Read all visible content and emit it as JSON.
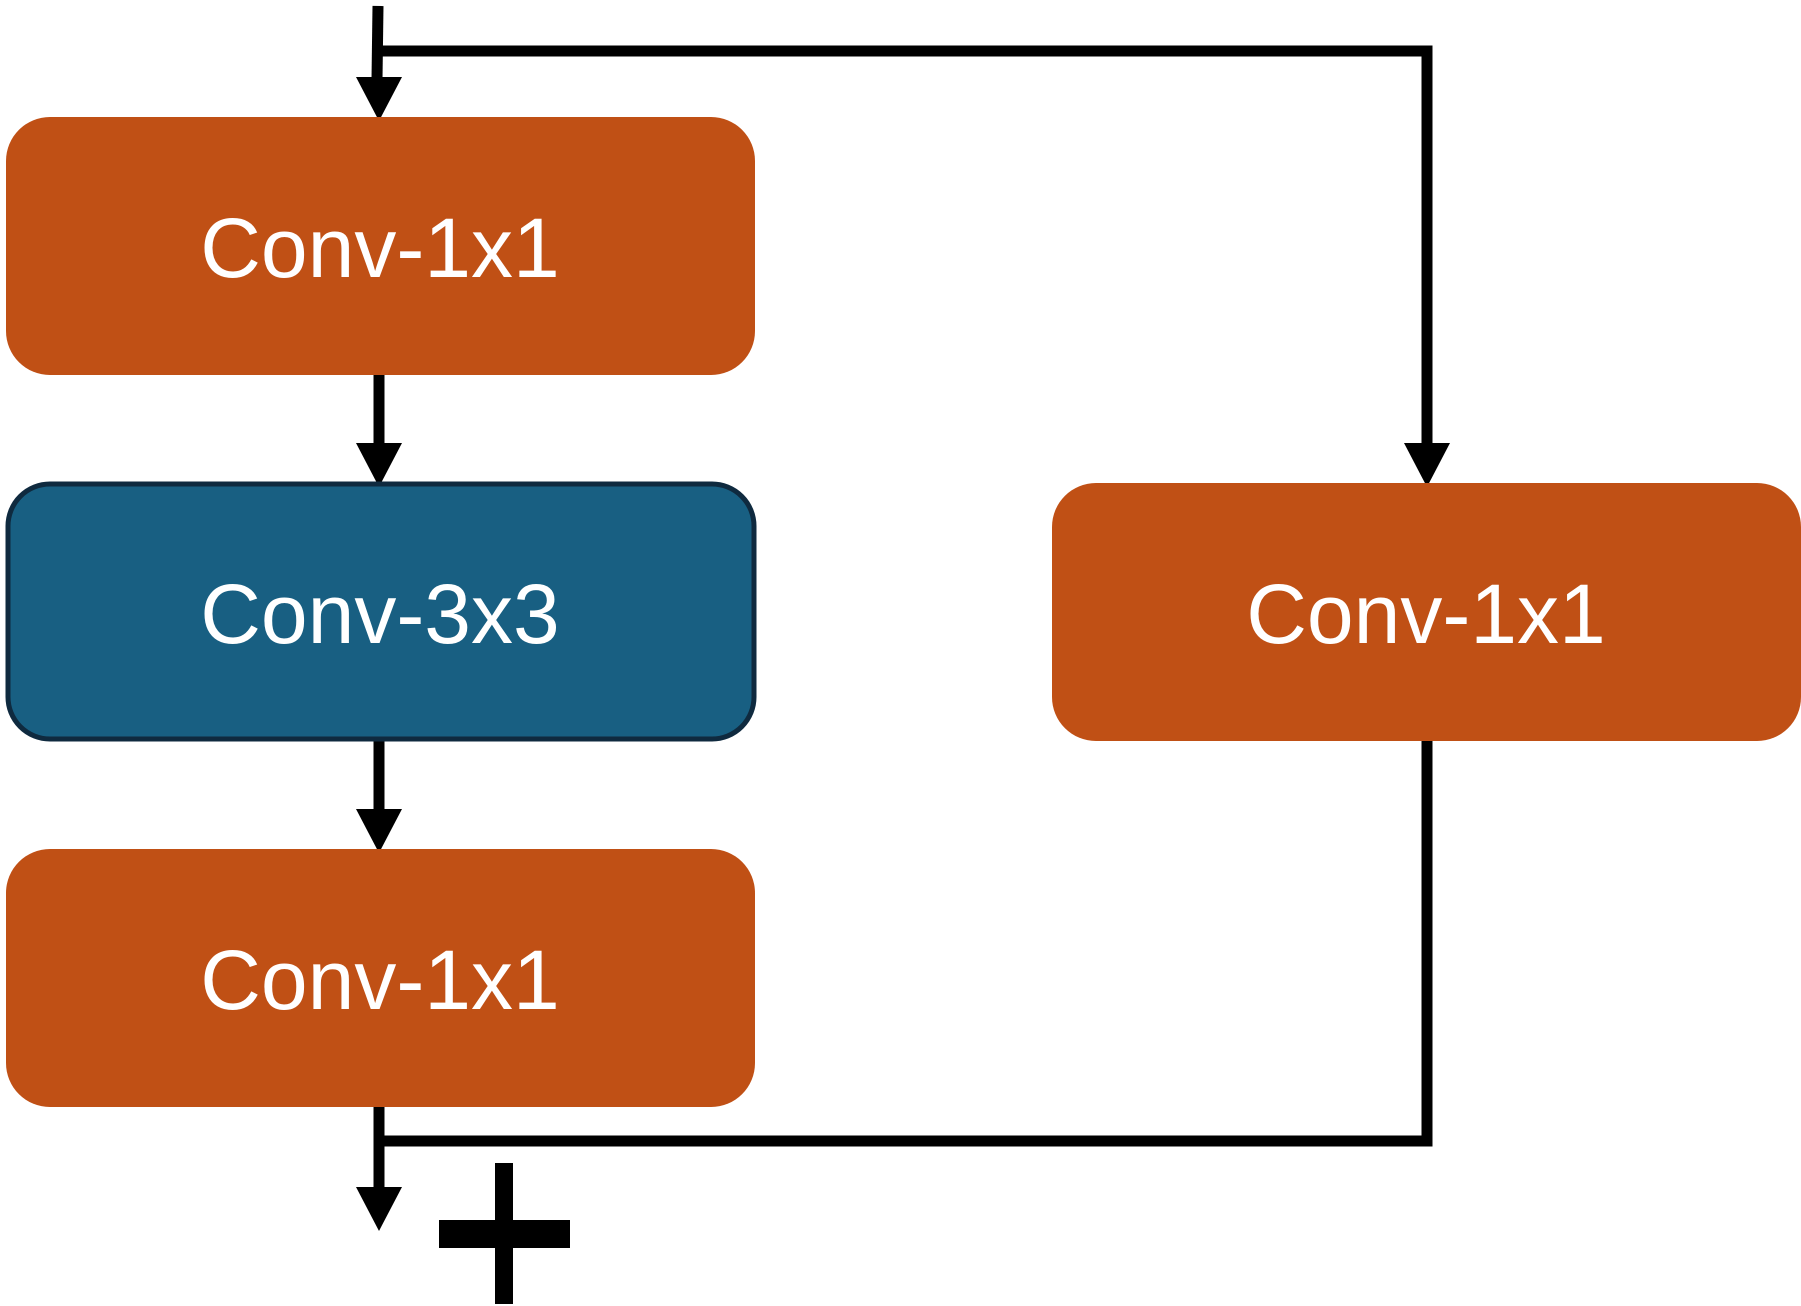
{
  "diagram": {
    "nodes": {
      "conv_top": {
        "label": "Conv-1x1",
        "color": "#c05015"
      },
      "conv_mid": {
        "label": "Conv-3x3",
        "color": "#185f82",
        "border_color": "#0f2a3f"
      },
      "conv_bottom": {
        "label": "Conv-1x1",
        "color": "#c05015"
      },
      "conv_shortcut": {
        "label": "Conv-1x1",
        "color": "#c05015"
      }
    },
    "edges": [
      {
        "from": "input",
        "to": "conv_top"
      },
      {
        "from": "input",
        "to": "conv_shortcut"
      },
      {
        "from": "conv_top",
        "to": "conv_mid"
      },
      {
        "from": "conv_mid",
        "to": "conv_bottom"
      },
      {
        "from": "conv_bottom",
        "to": "output"
      },
      {
        "from": "conv_shortcut",
        "to": "output"
      }
    ],
    "sum_symbol": "add-icon",
    "line_color": "#000000"
  }
}
